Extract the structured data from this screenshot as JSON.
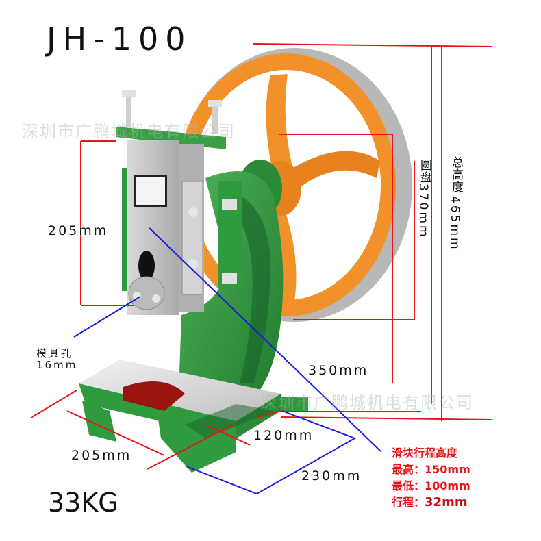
{
  "title": "JH-100",
  "watermark": "深圳市广鹏城机电有限公司",
  "dimensions": {
    "total_height_label": "总高度",
    "total_height_value": "465mm",
    "disc_label": "圆盘",
    "disc_value": "370mm",
    "slide_height": "205mm",
    "throat_depth": "350mm",
    "die_hole_label": "模具孔",
    "die_hole_value": "16mm",
    "base_width": "205mm",
    "base_slot": "120mm",
    "base_depth": "230mm"
  },
  "weight": "33KG",
  "stroke_spec": {
    "heading": "滑块行程高度",
    "rows": [
      {
        "label": "最高：",
        "value": "150mm"
      },
      {
        "label": "最低：",
        "value": "100mm"
      },
      {
        "label": "行程：",
        "value": "32mm"
      }
    ]
  },
  "colors": {
    "dimension_red": "#e8141a",
    "dimension_blue": "#1a1ae0",
    "machine_green": "#2f9a3e",
    "flywheel_orange": "#f2912a",
    "steel_gray": "#c8c8c8",
    "base_red": "#9a1410"
  }
}
